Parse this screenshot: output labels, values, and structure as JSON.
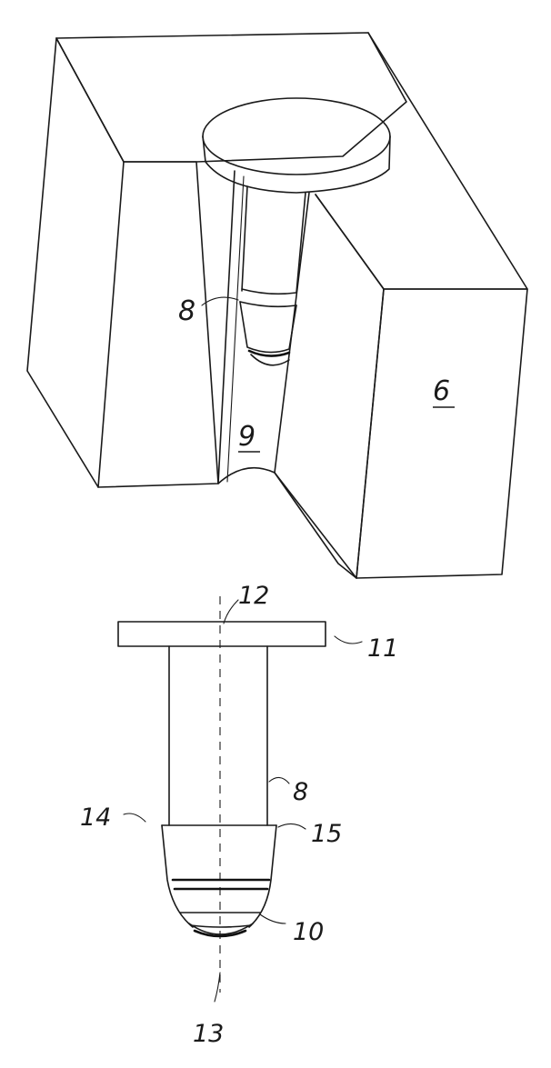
{
  "figure": {
    "top_view": {
      "labels": {
        "pin": "8",
        "channel": "9",
        "block": "6"
      }
    },
    "bottom_view": {
      "labels": {
        "axis_top": "12",
        "flange": "11",
        "shaft": "8",
        "edge_left": "14",
        "edge_right": "15",
        "tip": "10",
        "axis_bottom": "13"
      }
    }
  }
}
